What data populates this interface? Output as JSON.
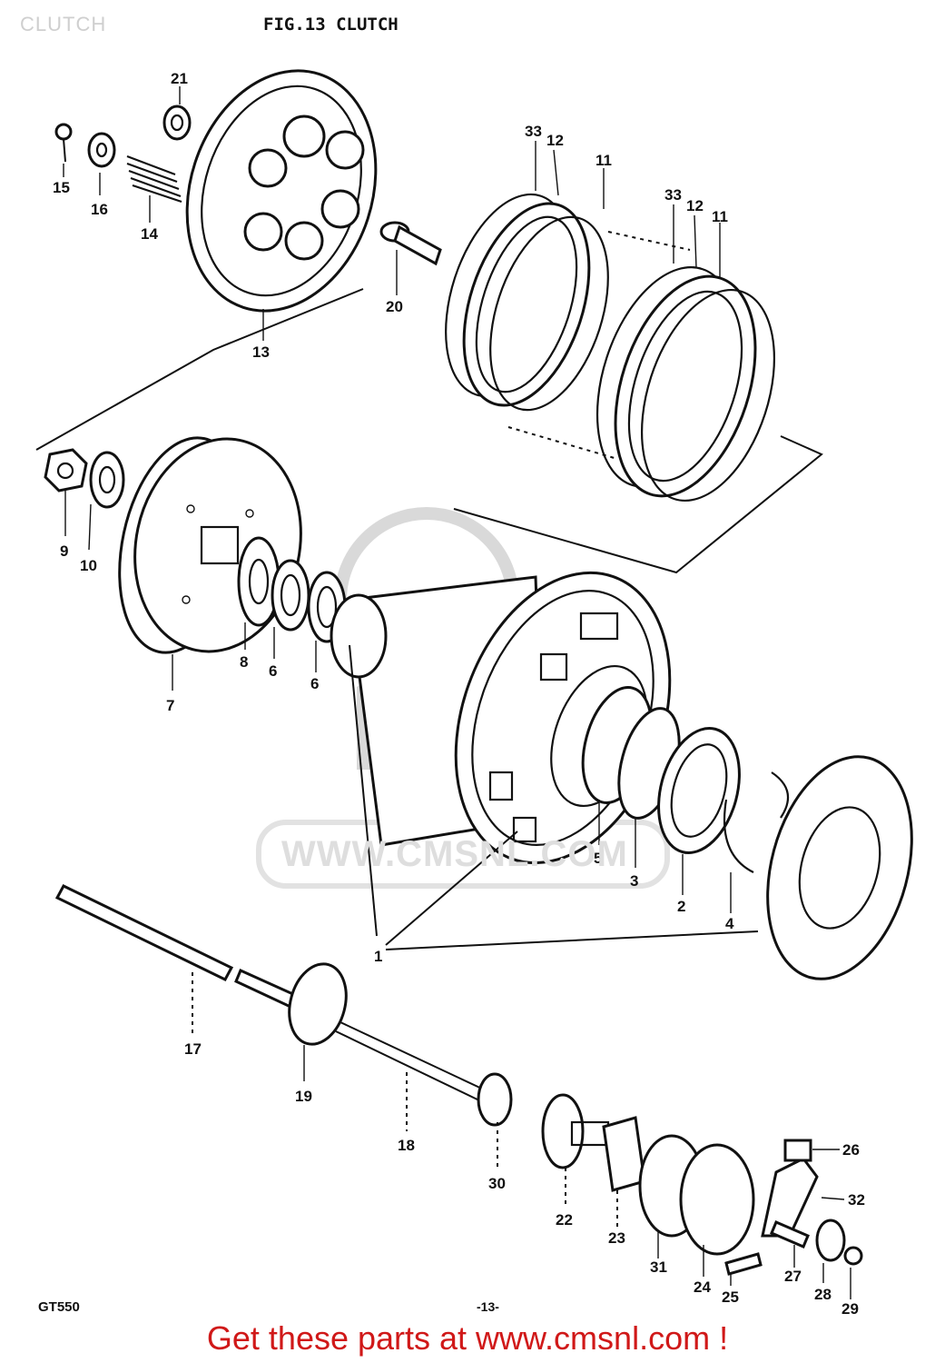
{
  "page": {
    "corner_title": "CLUTCH",
    "figure_title": "FIG.13  CLUTCH",
    "model_label": "GT550",
    "page_number": "-13-",
    "watermark_text": "WWW.CMSNL.COM",
    "call_to_action": "Get these parts at www.cmsnl.com !"
  },
  "colors": {
    "line": "#111111",
    "cta": "#d01818",
    "watermark": "#dedede"
  },
  "callouts": {
    "c1": "1",
    "c2": "2",
    "c3": "3",
    "c4": "4",
    "c5": "5",
    "c6a": "6",
    "c6b": "6",
    "c7": "7",
    "c8": "8",
    "c9": "9",
    "c10": "10",
    "c11a": "11",
    "c11b": "11",
    "c12a": "12",
    "c12b": "12",
    "c13": "13",
    "c14": "14",
    "c15": "15",
    "c16": "16",
    "c17": "17",
    "c18": "18",
    "c19": "19",
    "c20": "20",
    "c21": "21",
    "c22": "22",
    "c23": "23",
    "c24": "24",
    "c25": "25",
    "c26": "26",
    "c27": "27",
    "c28": "28",
    "c29": "29",
    "c30": "30",
    "c31": "31",
    "c32": "32",
    "c33a": "33",
    "c33b": "33"
  }
}
